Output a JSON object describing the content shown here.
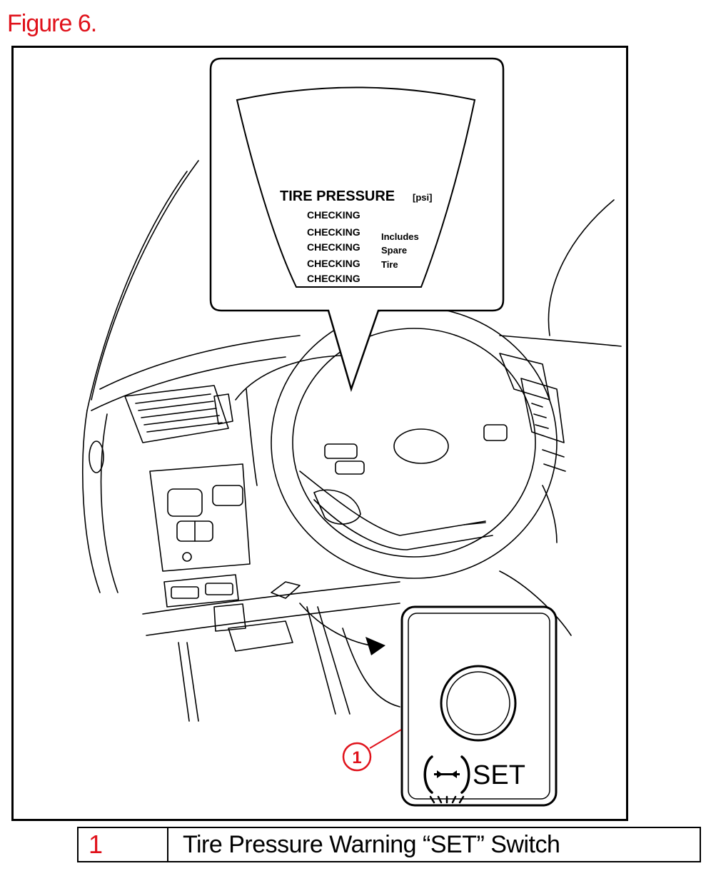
{
  "figure": {
    "title": "Figure 6."
  },
  "display": {
    "heading": "TIRE PRESSURE",
    "unit": "[psi]",
    "rows": [
      "CHECKING",
      "CHECKING",
      "CHECKING",
      "CHECKING",
      "CHECKING"
    ],
    "note": [
      "Includes",
      "Spare",
      "Tire"
    ]
  },
  "switch": {
    "label": "SET",
    "callout_number": "1"
  },
  "legend": {
    "number": "1",
    "description": "Tire Pressure Warning “SET” Switch"
  },
  "colors": {
    "accent": "#e0121b",
    "line": "#000000"
  }
}
